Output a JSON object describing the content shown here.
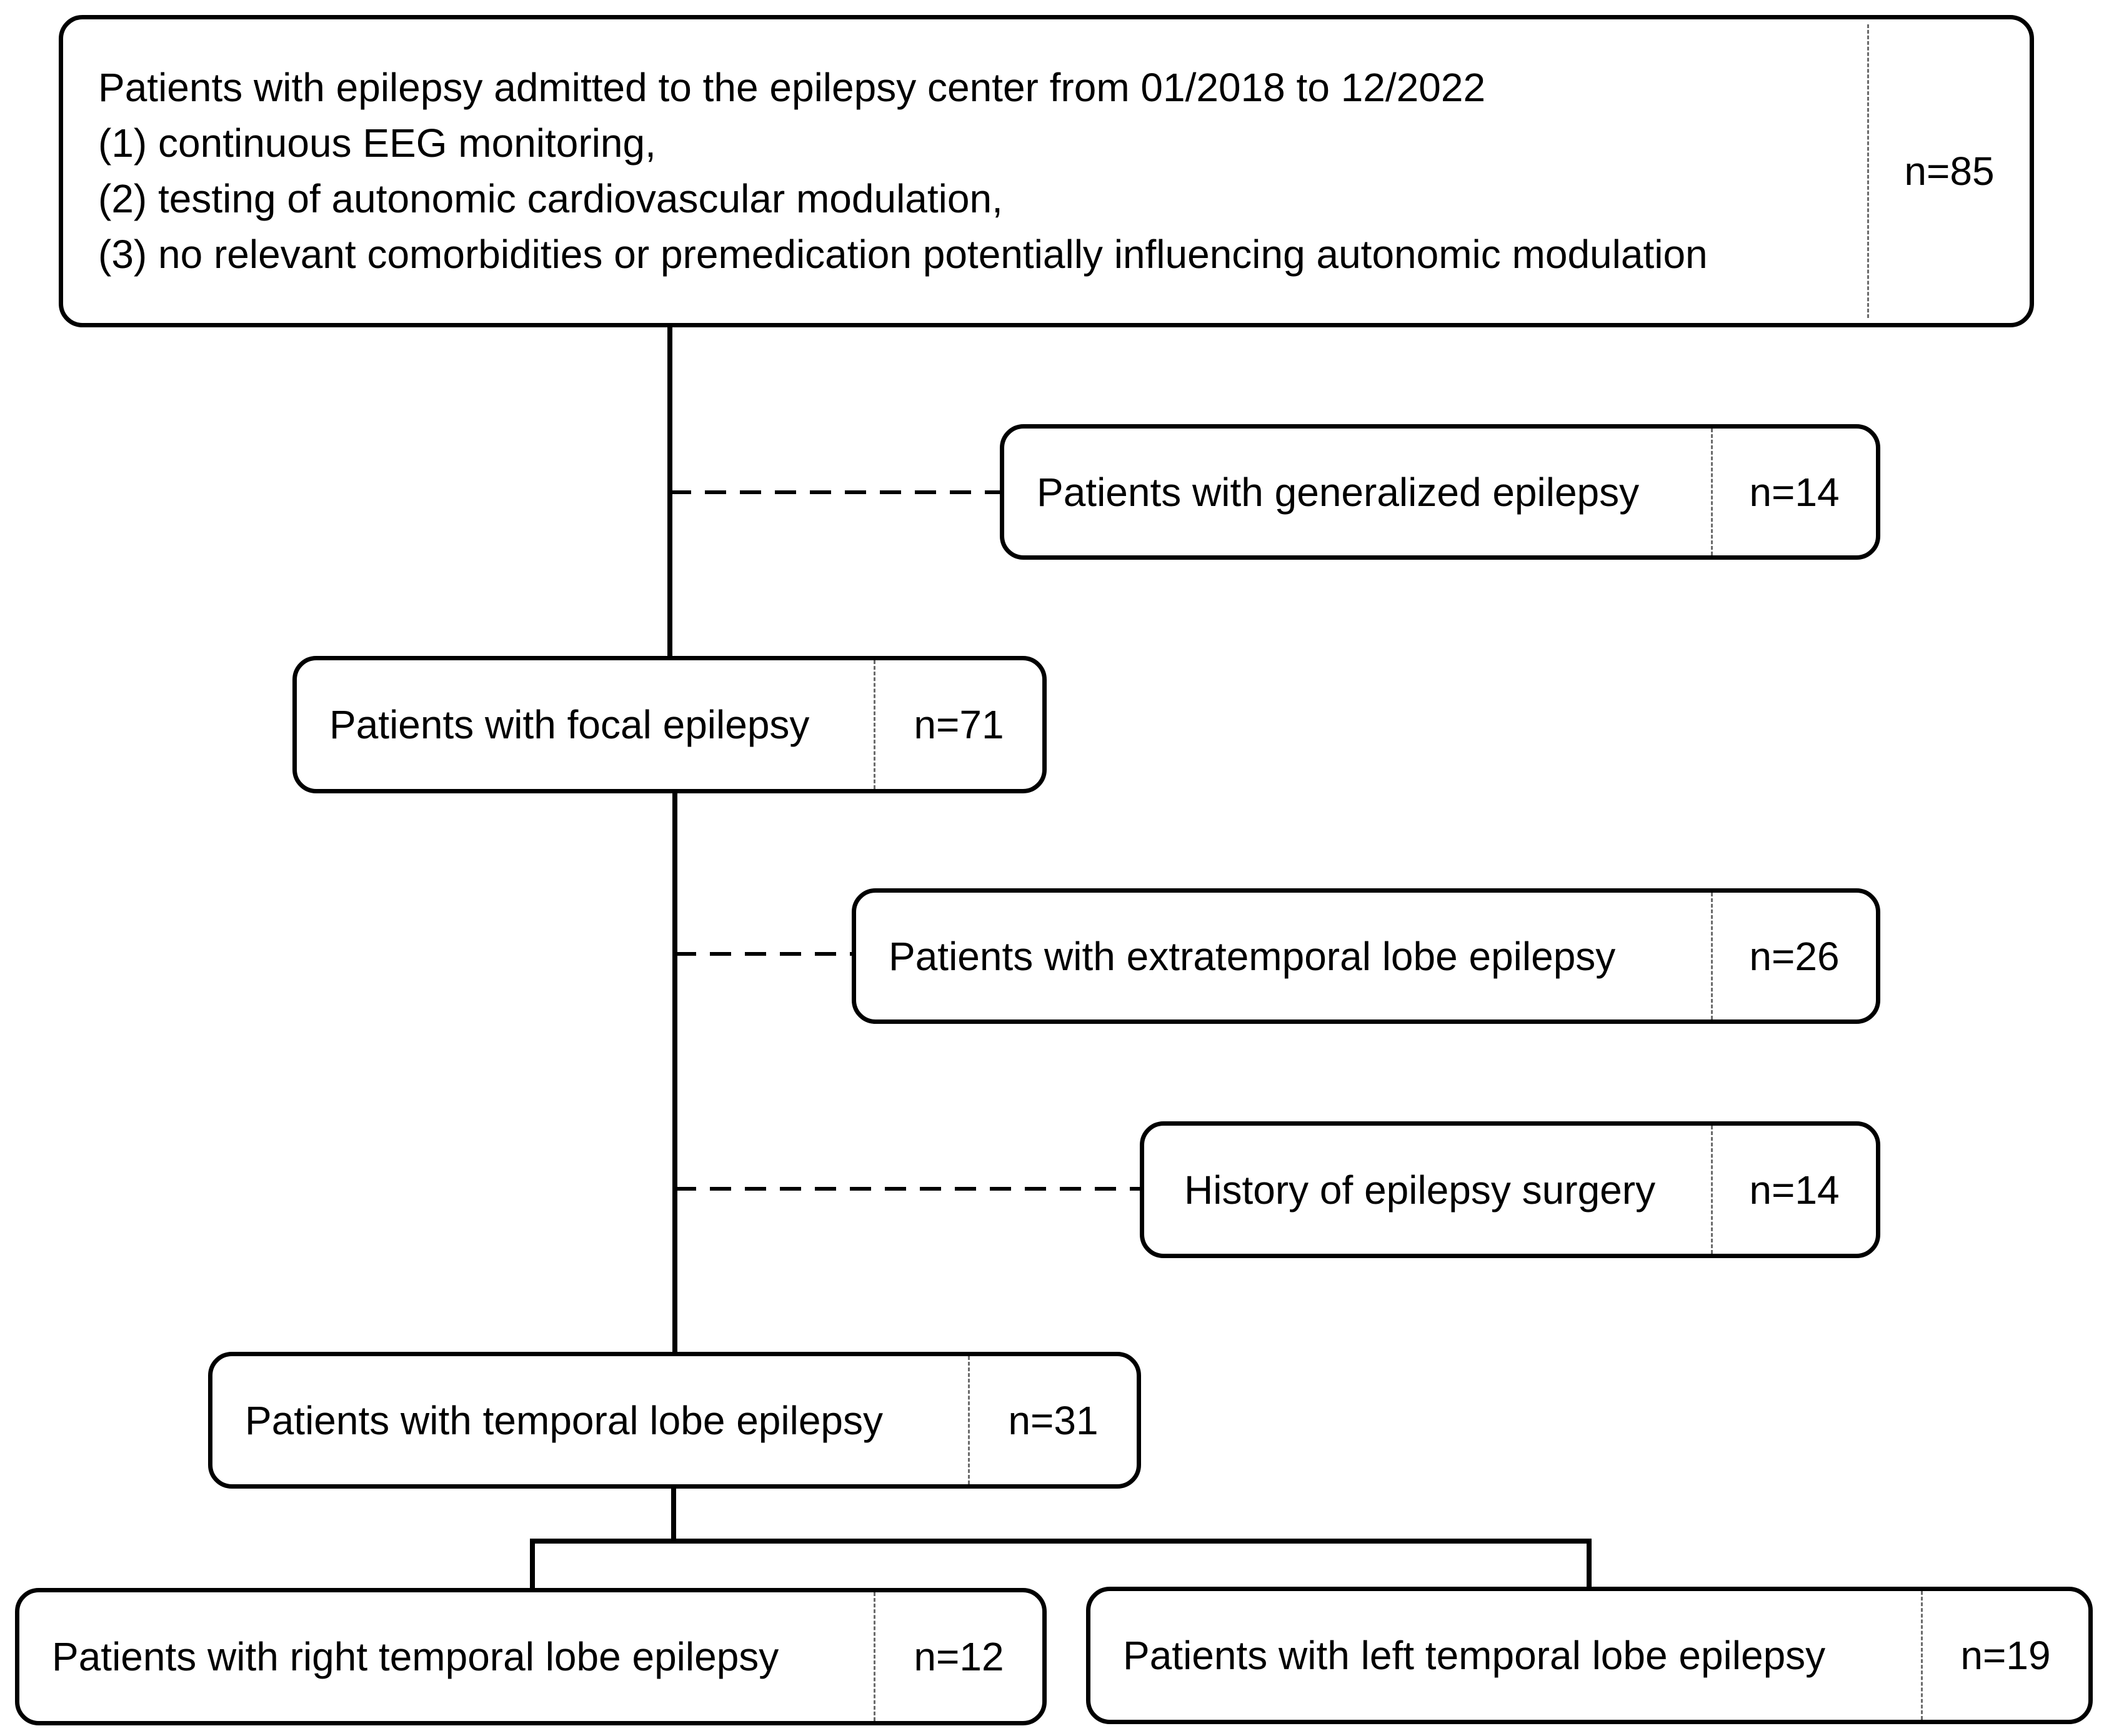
{
  "diagram": {
    "top": {
      "lines": [
        "Patients with epilepsy admitted to the epilepsy center from 01/2018 to 12/2022",
        "(1) continuous EEG monitoring,",
        "(2) testing of autonomic cardiovascular modulation,",
        "(3) no relevant comorbidities or premedication potentially influencing autonomic modulation"
      ],
      "count": "n=85"
    },
    "generalized": {
      "label": "Patients with generalized epilepsy",
      "count": "n=14"
    },
    "focal": {
      "label": "Patients with focal epilepsy",
      "count": "n=71"
    },
    "extratemporal": {
      "label": "Patients with extratemporal lobe epilepsy",
      "count": "n=26"
    },
    "surgery": {
      "label": "History of epilepsy surgery",
      "count": "n=14"
    },
    "temporal": {
      "label": "Patients with temporal lobe epilepsy",
      "count": "n=31"
    },
    "right": {
      "label": "Patients with right temporal lobe epilepsy",
      "count": "n=12"
    },
    "left": {
      "label": "Patients with left temporal lobe epilepsy",
      "count": "n=19"
    }
  }
}
